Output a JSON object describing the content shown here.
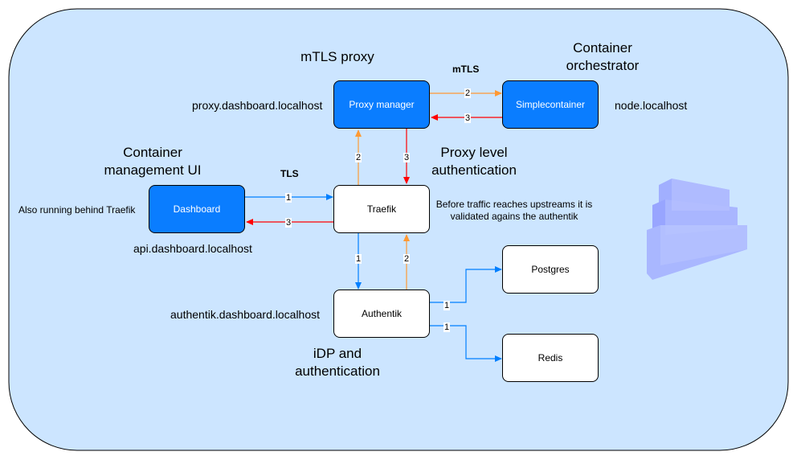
{
  "colors": {
    "background_panel": "#cce5ff",
    "blue_node": "#0a7dff",
    "arrow_blue": "#007fff",
    "arrow_orange": "#ff9933",
    "arrow_red": "#ff0000",
    "logo": "#8f9bff"
  },
  "nodes": {
    "proxy_manager": "Proxy manager",
    "simplecontainer": "Simplecontainer",
    "dashboard": "Dashboard",
    "traefik": "Traefik",
    "authentik": "Authentik",
    "postgres": "Postgres",
    "redis": "Redis"
  },
  "headings": {
    "mtls_proxy": "mTLS proxy",
    "container_orchestrator": "Container\norchestrator",
    "container_management_ui": "Container\nmanagement UI",
    "proxy_level_auth": "Proxy level\nauthentication",
    "idp_auth": "iDP and\nauthentication"
  },
  "labels": {
    "proxy_host": "proxy.dashboard.localhost",
    "node_host": "node.localhost",
    "behind_traefik": "Also running behind Traefik",
    "api_host": "api.dashboard.localhost",
    "authentik_host": "authentik.dashboard.localhost",
    "validation_note": "Before traffic reaches upstreams it is\nvalidated agains the authentik",
    "mtls": "mTLS",
    "tls": "TLS"
  },
  "edges": {
    "pm_to_sc": "2",
    "sc_to_pm": "3",
    "traefik_to_pm": "2",
    "pm_to_traefik": "3",
    "dash_to_traefik": "1",
    "traefik_to_dash": "3",
    "traefik_to_auth": "1",
    "auth_to_traefik": "2",
    "auth_to_postgres": "1",
    "auth_to_redis": "1"
  }
}
